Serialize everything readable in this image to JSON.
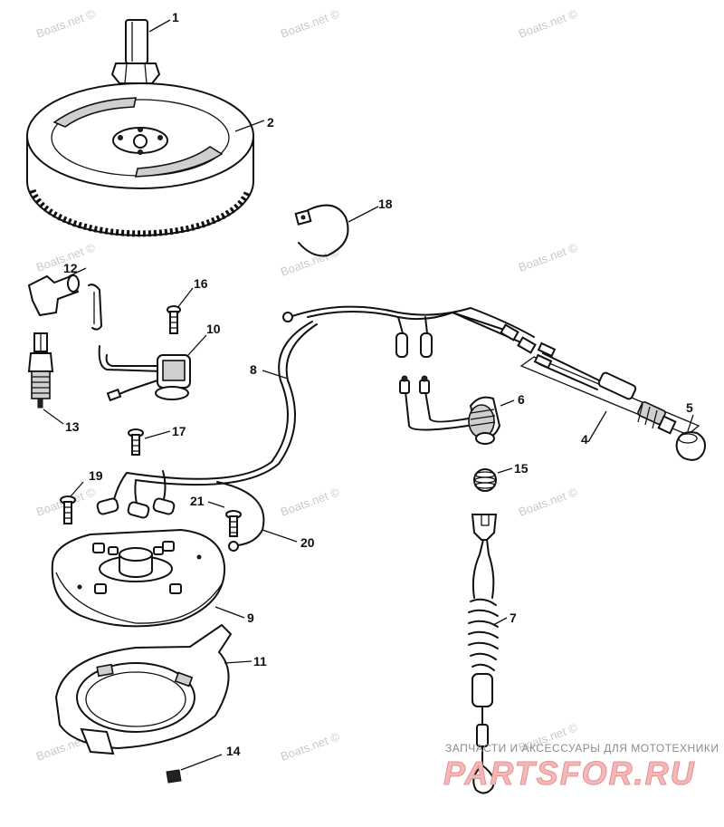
{
  "watermark": {
    "text": "Boats.net ©"
  },
  "brand": {
    "subtitle": "ЗАПЧАСТИ И АКСЕССУАРЫ ДЛЯ МОТОТЕХНИКИ",
    "name": "PARTSFOR.RU",
    "color": "#f4b8b8"
  },
  "callouts": [
    {
      "id": "1",
      "label": "1"
    },
    {
      "id": "2",
      "label": "2"
    },
    {
      "id": "4",
      "label": "4"
    },
    {
      "id": "5",
      "label": "5"
    },
    {
      "id": "6",
      "label": "6"
    },
    {
      "id": "7",
      "label": "7"
    },
    {
      "id": "8",
      "label": "8"
    },
    {
      "id": "9",
      "label": "9"
    },
    {
      "id": "10",
      "label": "10"
    },
    {
      "id": "11",
      "label": "11"
    },
    {
      "id": "12",
      "label": "12"
    },
    {
      "id": "13",
      "label": "13"
    },
    {
      "id": "14",
      "label": "14"
    },
    {
      "id": "15",
      "label": "15"
    },
    {
      "id": "16",
      "label": "16"
    },
    {
      "id": "17",
      "label": "17"
    },
    {
      "id": "18",
      "label": "18"
    },
    {
      "id": "19",
      "label": "19"
    },
    {
      "id": "20",
      "label": "20"
    },
    {
      "id": "21",
      "label": "21"
    }
  ]
}
